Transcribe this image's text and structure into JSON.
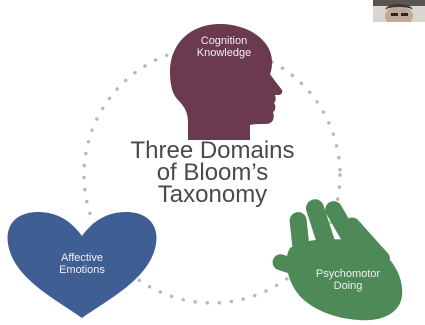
{
  "title_lines": [
    "Three Domains",
    "of Bloom’s",
    "Taxonomy"
  ],
  "domains": [
    {
      "icon": "head-profile-icon",
      "color": "#6b3a4e",
      "label_lines": [
        "Cognition",
        "Knowledge"
      ]
    },
    {
      "icon": "heart-icon",
      "color": "#3f5e93",
      "label_lines": [
        "Affective",
        "Emotions"
      ]
    },
    {
      "icon": "hand-icon",
      "color": "#4d8a58",
      "label_lines": [
        "Psychomotor",
        "Doing"
      ]
    }
  ],
  "colors": {
    "dots": "#b9b9b9",
    "title_text": "#4a4a4a"
  }
}
